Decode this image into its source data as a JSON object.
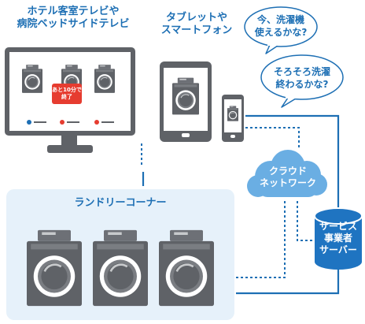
{
  "labels": {
    "tv_line1": "ホテル客室テレビや",
    "tv_line2": "病院ベッドサイドテレビ",
    "mobile_line1": "タブレットや",
    "mobile_line2": "スマートフォン",
    "laundry_corner": "ランドリーコーナー",
    "cloud_line1": "クラウド",
    "cloud_line2": "ネットワーク",
    "server_line1": "サービス",
    "server_line2": "事業者",
    "server_line3": "サーバー"
  },
  "speech": {
    "bubble1_line1": "今、洗濯機",
    "bubble1_line2": "使えるかな?",
    "bubble2_line1": "そろそろ洗濯",
    "bubble2_line2": "終わるかな?"
  },
  "badge": {
    "line1": "あと10分で",
    "line2": "終了"
  },
  "colors": {
    "accent": "#1d6fb4",
    "server": "#1f74c1",
    "cloud": "#6aaee3",
    "device": "#5f6267",
    "panel": "#e6f1fa",
    "status_available": "#1d6fb4",
    "status_busy": "#e63c30"
  },
  "icons": {
    "washer": "front-load-washer-icon",
    "cloud": "cloud-icon",
    "server": "database-cylinder-icon",
    "speech": "speech-bubble-icon"
  }
}
